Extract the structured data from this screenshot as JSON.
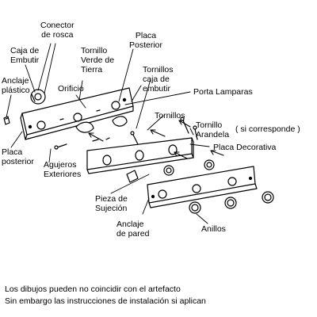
{
  "labels": {
    "conector_rosca": "Conector\nde rosca",
    "placa_posterior_top": "Placa\nPosterior",
    "caja_embutir": "Caja de\nEmbutir",
    "tornillo_verde": "Tornillo\nVerde de\nTierra",
    "anclaje_plastico": "Anclaje\nplástico",
    "orificio": "Orificio",
    "tornillos_caja": "Tornillos\ncaja de\nembutir",
    "porta_lamparas": "Porta Lamparas",
    "tornillos": "Tornillos",
    "tornillo_arandela": "Tornillo\nArandela",
    "si_corresponde": "( si corresponde )",
    "placa_posterior_bottom": "Placa\nposterior",
    "agujeros_exteriores": "Agujeros\nExteriores",
    "placa_decorativa": "Placa Decorativa",
    "pieza_sujecion": "Pieza de\nSujeción",
    "anclaje_pared": "Anclaje\nde pared",
    "anillos": "Anillos"
  },
  "footer": {
    "line1": "Los dibujos pueden no coincidir con el artefacto",
    "line2": "Sin embargo las instrucciones de instalación si aplican"
  }
}
